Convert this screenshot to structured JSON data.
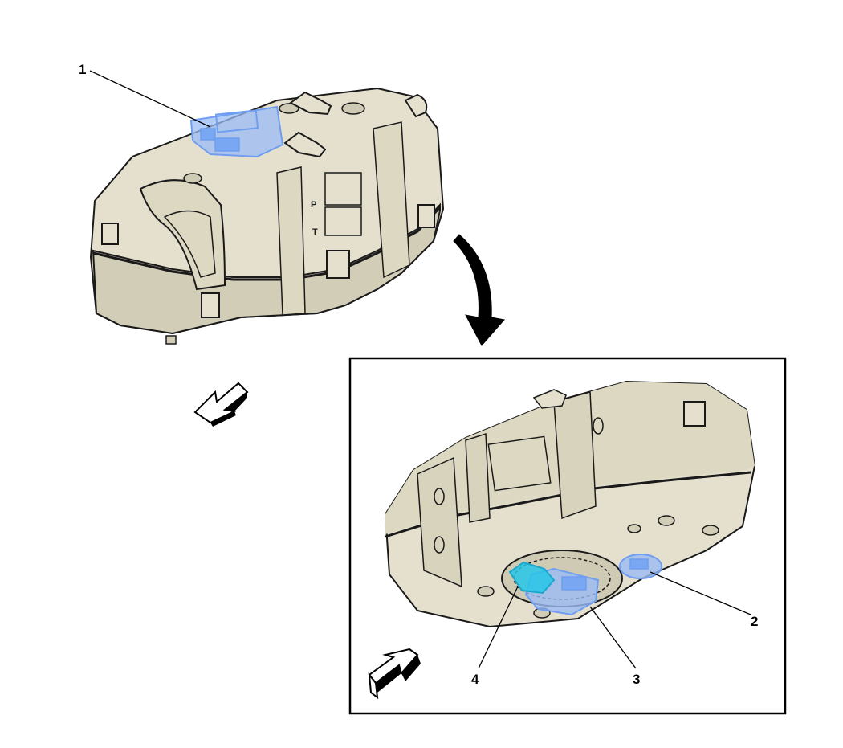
{
  "colors": {
    "tank_body": "#e4e0cd",
    "tank_shade": "#d2cdb7",
    "outline": "#1a1a1a",
    "highlight_blue": "#6f9ef0",
    "highlight_cyan": "#26c6e8"
  },
  "callouts": [
    {
      "id": "1",
      "label": "1"
    },
    {
      "id": "2",
      "label": "2"
    },
    {
      "id": "3",
      "label": "3"
    },
    {
      "id": "4",
      "label": "4"
    }
  ],
  "tank_markings": {
    "p": "P",
    "t": "T"
  },
  "icons": [
    "curved-arrow-icon",
    "direction-arrow-left-icon",
    "direction-arrow-right-icon"
  ]
}
